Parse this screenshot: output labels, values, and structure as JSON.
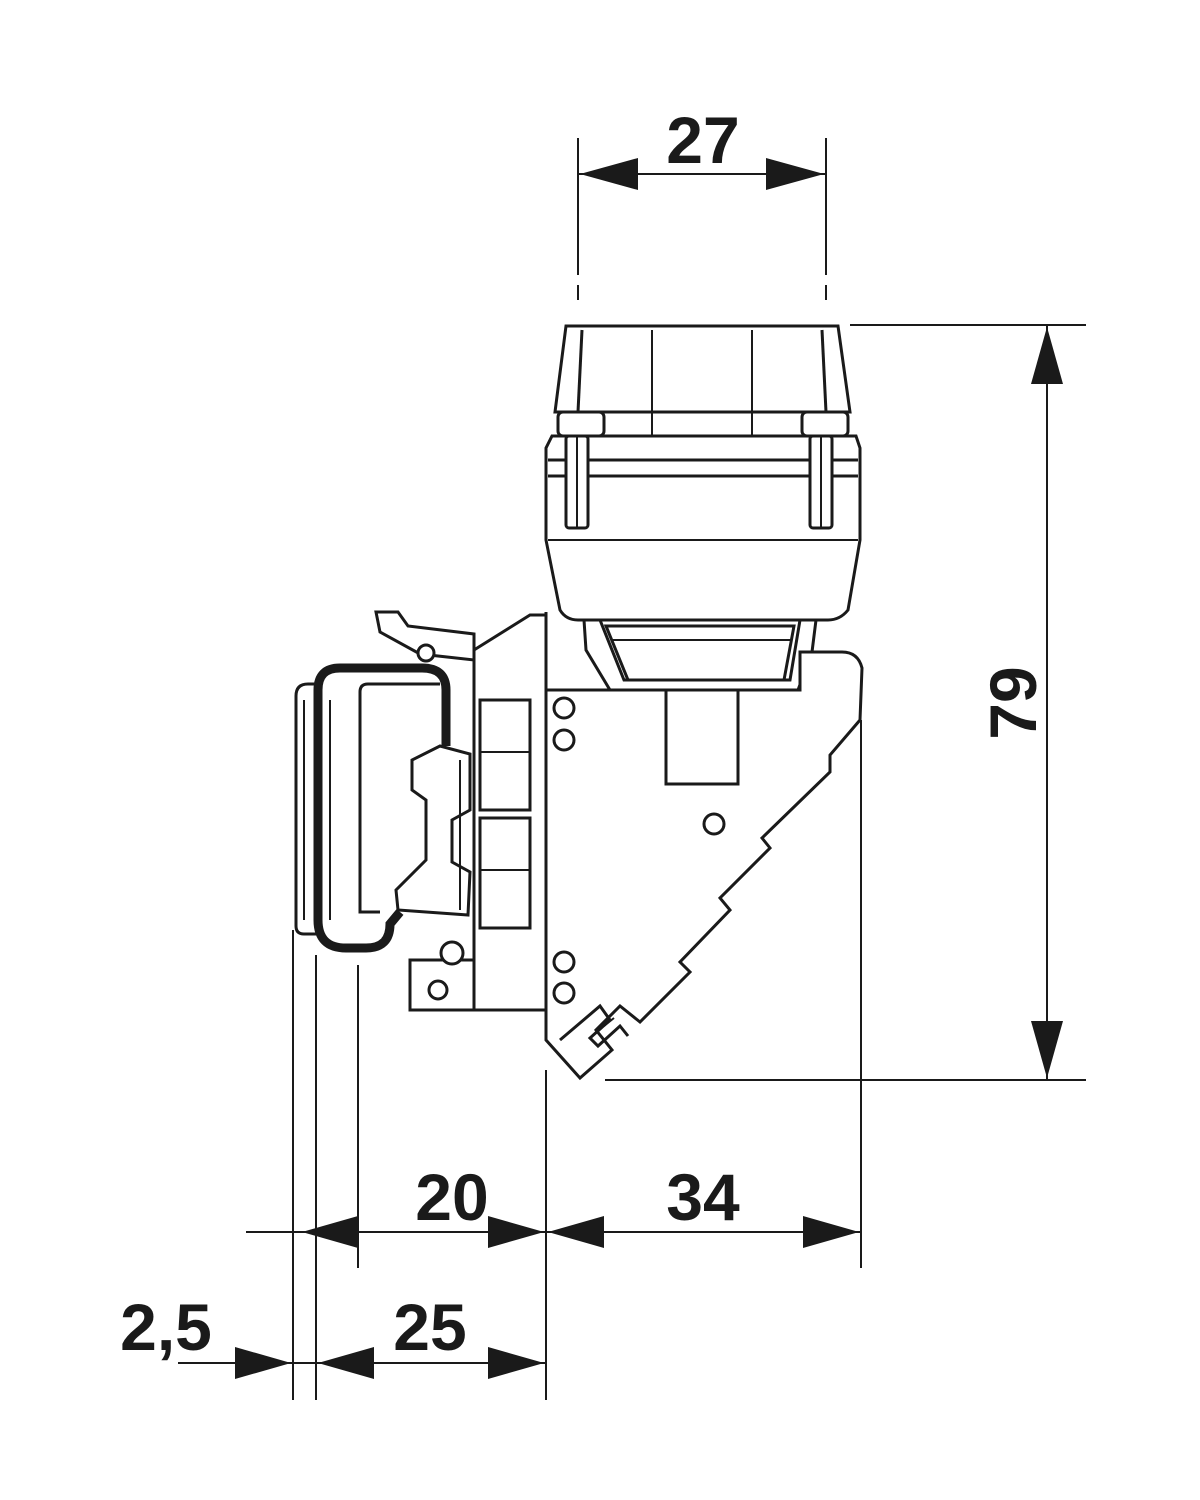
{
  "drawing": {
    "colors": {
      "ink": "#1a1a1a",
      "background": "#ffffff"
    },
    "dimensions": {
      "top_width": "27",
      "height": "79",
      "rail_to_front": "20",
      "front_to_right": "34",
      "rail_offset": "2,5",
      "rail_to_face": "25"
    }
  }
}
